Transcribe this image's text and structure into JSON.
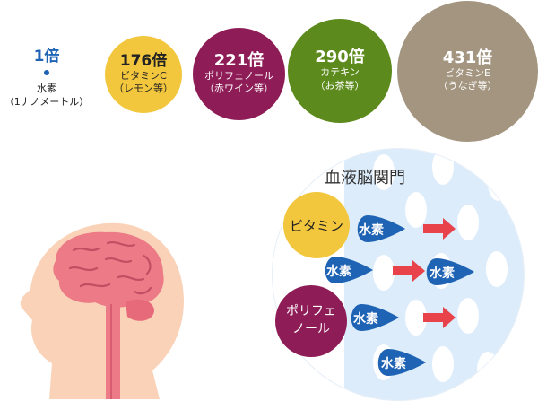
{
  "comparison": {
    "hydrogen": {
      "ratio": "1倍",
      "name": "水素",
      "size": "（1ナノメートル）",
      "color": "#1e63b4"
    },
    "items": [
      {
        "ratio": "176倍",
        "name": "ビタミンC",
        "example": "（レモン等）",
        "color": "#f2c73e",
        "text_color": "#222222"
      },
      {
        "ratio": "221倍",
        "name": "ポリフェノール",
        "example": "（赤ワイン等）",
        "color": "#8e1c56",
        "text_color": "#ffffff"
      },
      {
        "ratio": "290倍",
        "name": "カテキン",
        "example": "（お茶等）",
        "color": "#5c8a1c",
        "text_color": "#ffffff"
      },
      {
        "ratio": "431倍",
        "name": "ビタミンE",
        "example": "（うなぎ等）",
        "color": "#a39580",
        "text_color": "#ffffff"
      }
    ]
  },
  "diagram": {
    "title": "血液脳関門",
    "vitamin_label": "ビタミン",
    "polyphenol_label_line1": "ポリフェ",
    "polyphenol_label_line2": "ノール",
    "hydrogen_labels": [
      "水素",
      "水素",
      "水素",
      "水素",
      "水素"
    ]
  },
  "colors": {
    "hydrogen_drop": "#1e63b4",
    "arrow": "#e8434a",
    "barrier_bg": "#dcecfa",
    "brain": "#ec7a87",
    "skin": "#f9d2b7"
  }
}
